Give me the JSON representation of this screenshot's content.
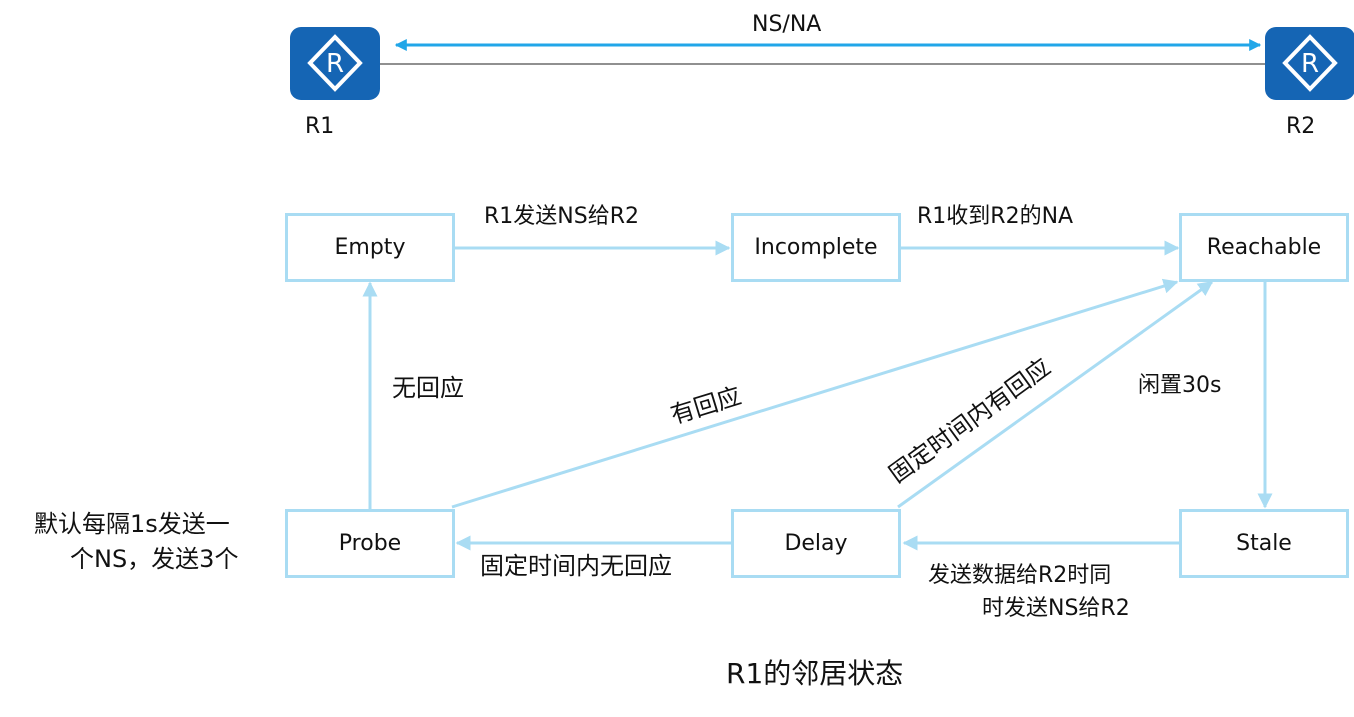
{
  "link": {
    "label": "NS/NA",
    "router_left": "R1",
    "router_right": "R2",
    "router_glyph": "R"
  },
  "states": {
    "empty": "Empty",
    "incomplete": "Incomplete",
    "reachable": "Reachable",
    "probe": "Probe",
    "delay": "Delay",
    "stale": "Stale"
  },
  "transitions": {
    "empty_to_incomplete": "R1发送NS给R2",
    "incomplete_to_reachable": "R1收到R2的NA",
    "reachable_to_stale": "闲置30s",
    "stale_to_delay_line1": "发送数据给R2时同",
    "stale_to_delay_line2": "时发送NS给R2",
    "delay_to_probe": "固定时间内无回应",
    "delay_to_reachable": "固定时间内有回应",
    "probe_to_reachable": "有回应",
    "probe_to_empty": "无回应"
  },
  "probe_note": {
    "line1": "默认每隔1s发送一",
    "line2": "个NS，发送3个"
  },
  "caption": "R1的邻居状态",
  "colors": {
    "arrow": "#a9dcf3",
    "link_arrow": "#21a6e8",
    "router": "#1565b4"
  },
  "icons": [
    "router-icon",
    "arrow-icon"
  ]
}
